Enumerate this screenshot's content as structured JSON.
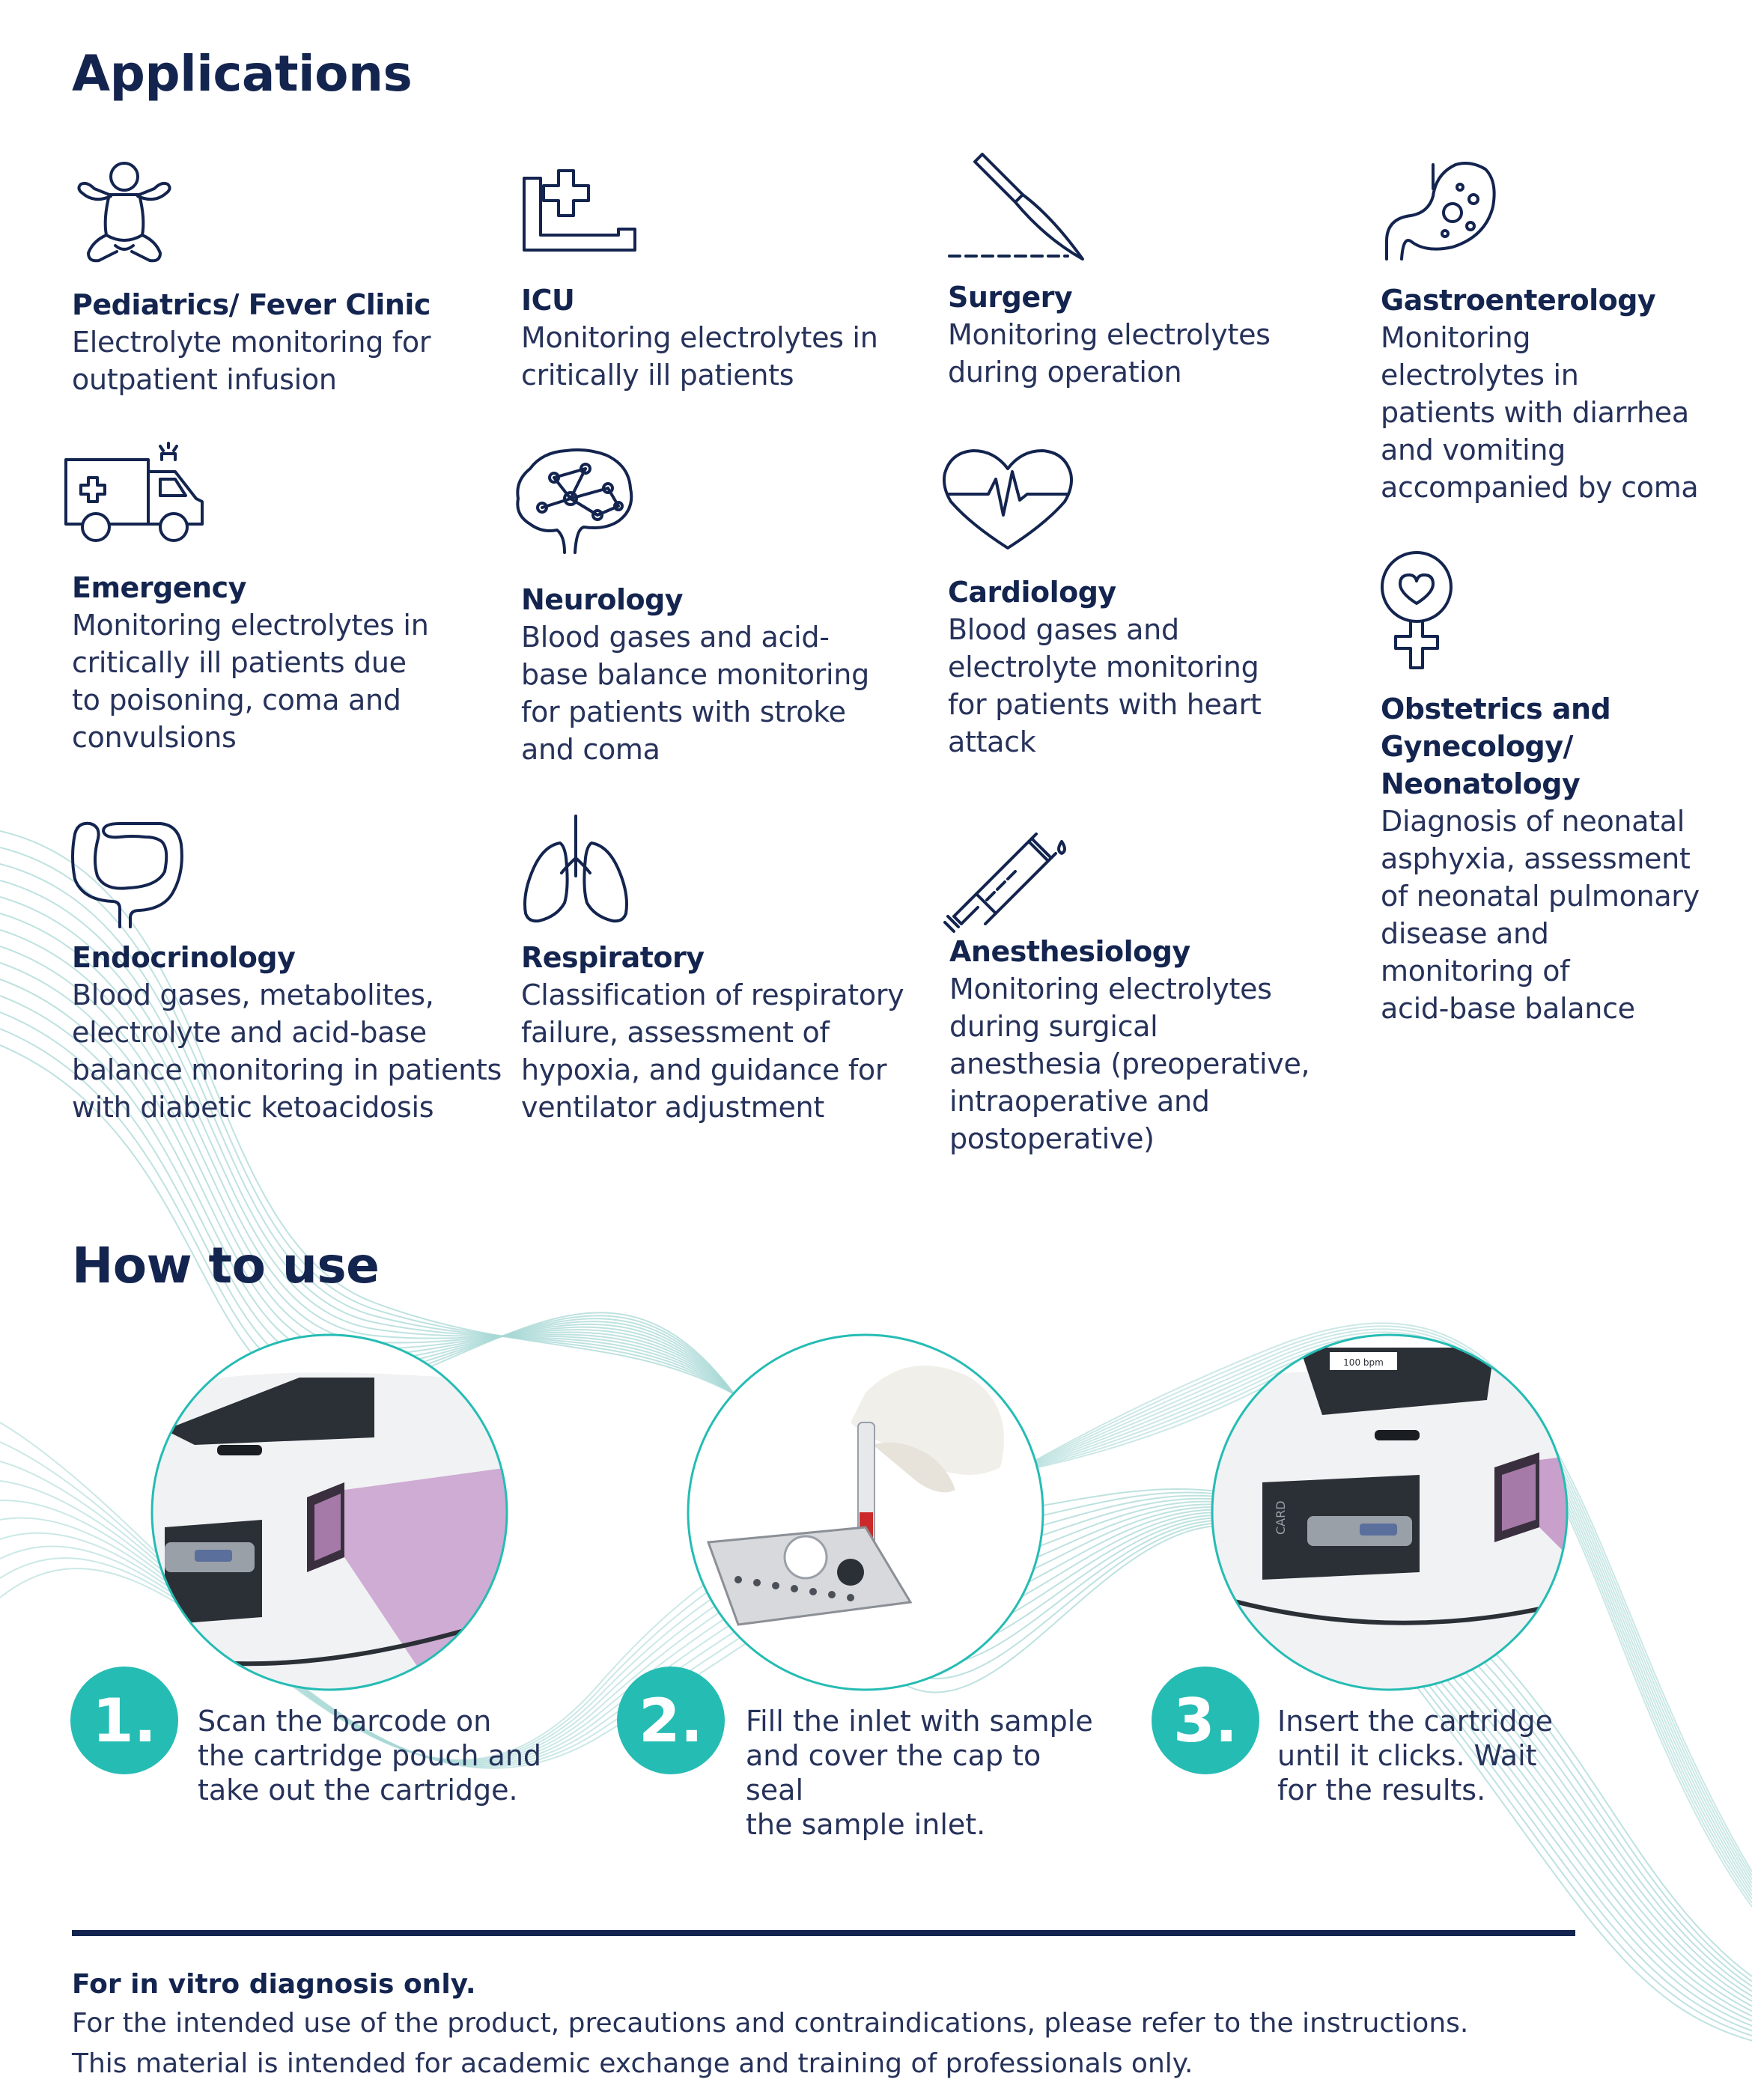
{
  "applications": {
    "title": "Applications",
    "items": [
      {
        "name": "Pediatrics/ Fever Clinic",
        "desc": [
          "Electrolyte monitoring for",
          "outpatient infusion"
        ],
        "icon": "baby-icon"
      },
      {
        "name": "ICU",
        "desc": [
          "Monitoring electrolytes in",
          "critically ill patients"
        ],
        "icon": "hospital-bed-icon"
      },
      {
        "name": "Surgery",
        "desc": [
          "Monitoring electrolytes",
          "during operation"
        ],
        "icon": "scalpel-icon"
      },
      {
        "name": "Gastroenterology",
        "desc": [
          "Monitoring",
          "electrolytes in",
          "patients with diarrhea",
          "and vomiting",
          "accompanied by coma"
        ],
        "icon": "stomach-icon"
      },
      {
        "name": "Emergency",
        "desc": [
          "Monitoring electrolytes in",
          "critically ill patients due",
          "to poisoning, coma and",
          "convulsions"
        ],
        "icon": "ambulance-icon"
      },
      {
        "name": "Neurology",
        "desc": [
          "Blood gases and acid-",
          "base balance monitoring",
          "for patients with stroke",
          "and coma"
        ],
        "icon": "brain-icon"
      },
      {
        "name": "Cardiology",
        "desc": [
          "Blood gases and",
          "electrolyte monitoring",
          "for patients with heart",
          "attack"
        ],
        "icon": "heart-pulse-icon"
      },
      {
        "name_lines": [
          "Obstetrics and",
          "Gynecology/",
          "Neonatology"
        ],
        "desc": [
          "Diagnosis of neonatal",
          "asphyxia, assessment",
          "of neonatal pulmonary",
          "disease and",
          "monitoring of",
          "acid-base balance"
        ],
        "icon": "female-heart-icon"
      },
      {
        "name": "Endocrinology",
        "desc": [
          "Blood gases, metabolites,",
          "electrolyte and acid-base",
          "balance monitoring in patients",
          "with diabetic ketoacidosis"
        ],
        "icon": "intestine-icon"
      },
      {
        "name": "Respiratory",
        "desc": [
          "Classification of respiratory",
          "failure, assessment of",
          "hypoxia, and guidance for",
          "ventilator adjustment"
        ],
        "icon": "lungs-icon"
      },
      {
        "name": "Anesthesiology",
        "desc": [
          "Monitoring electrolytes",
          "during surgical",
          "anesthesia (preoperative,",
          "intraoperative and",
          "postoperative)"
        ],
        "icon": "syringe-icon"
      }
    ]
  },
  "how_to_use": {
    "title": "How to use",
    "steps": [
      {
        "number": "1.",
        "text": [
          "Scan the barcode on",
          "the cartridge pouch and",
          "take out the cartridge."
        ]
      },
      {
        "number": "2.",
        "text": [
          "Fill the inlet with sample",
          "and cover the cap to seal",
          "the sample inlet."
        ]
      },
      {
        "number": "3.",
        "text": [
          "Insert the cartridge",
          "until it clicks. Wait",
          "for the results."
        ]
      }
    ],
    "device_labels": {
      "card": "CARD",
      "screen": "100 bpm"
    }
  },
  "footer": {
    "bold": "For in vitro diagnosis only.",
    "lines": [
      "For the intended use of the product, precautions and contraindications, please refer to the instructions.",
      "This material is intended for academic exchange and training of professionals only."
    ]
  },
  "colors": {
    "navy": "#13244f",
    "teal": "#25bcb4",
    "wave": "#a8d8d6",
    "purple": "#c9a0cc"
  }
}
